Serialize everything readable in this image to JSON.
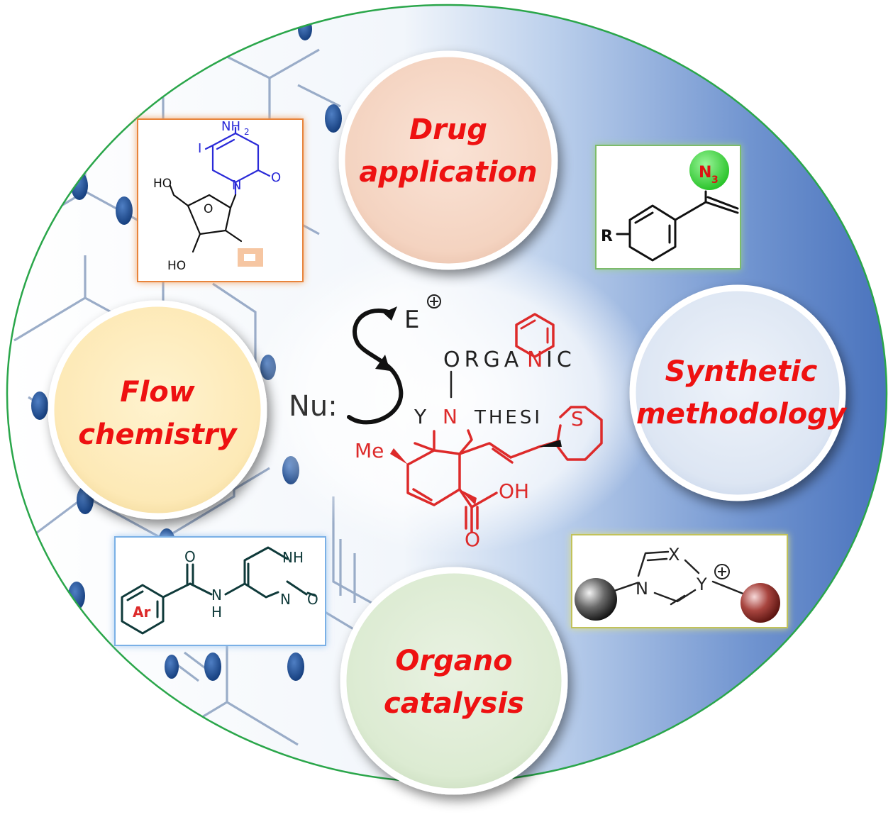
{
  "topics": {
    "drug_application": {
      "line1": "Drug",
      "line2": "application"
    },
    "synthetic_methodology": {
      "line1": "Synthetic",
      "line2": "methodology"
    },
    "flow_chemistry": {
      "line1": "Flow",
      "line2": "chemistry"
    },
    "organo_catalysis": {
      "line1": "Organo",
      "line2": "catalysis"
    }
  },
  "central_scheme": {
    "electrophile": "E",
    "nucleophile": "Nu:",
    "organic_left": "ORGA",
    "organic_n": "N",
    "organic_right": "IC",
    "synthesis_y": "Y",
    "synthesis_n": "N",
    "synthesis_rest": "THESI",
    "sulfur": "S",
    "methyl": "Me",
    "acid_oh": "OH",
    "acid_o": "O"
  },
  "nucleoside_box": {
    "amine": "NH",
    "amine_sub": "2",
    "iodo": "I",
    "ring_n": "N",
    "carbonyl_o": "O",
    "hydroxymethyl": "HO",
    "ring_o": "O",
    "hydroxyl": "HO"
  },
  "azide_box": {
    "r_group": "R",
    "azide": "N",
    "azide_sub": "3"
  },
  "amide_box": {
    "aryl": "Ar",
    "carbonyl_o": "O",
    "amide_n": "N",
    "amide_h": "H",
    "ring_nh": "NH",
    "ring_n": "N",
    "ring_o": "O"
  },
  "azolium_box": {
    "x_atom": "X",
    "n_atom": "N",
    "y_atom": "Y"
  },
  "colors": {
    "accent_red": "#ee1111",
    "molecule_blue": "#2a2ad8",
    "molecule_dark": "#0f3a3a",
    "molecule_red": "#dd2a2a",
    "azide_green": "#3fd43f",
    "border_green": "#2aa64a"
  }
}
